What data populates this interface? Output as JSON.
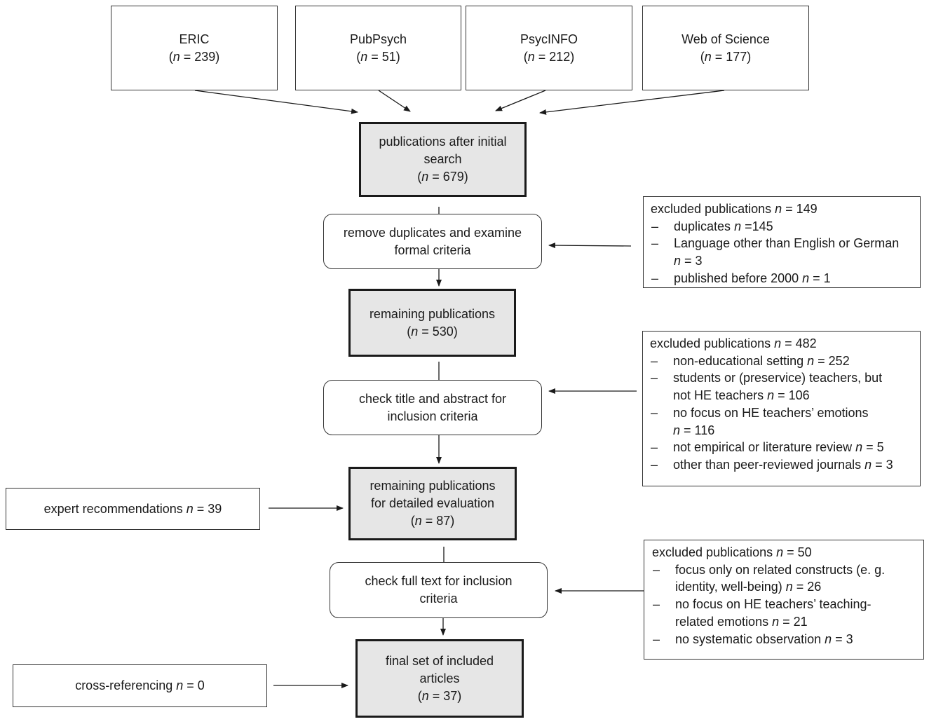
{
  "sources": [
    {
      "name": "ERIC",
      "count": "(n = 239)"
    },
    {
      "name": "PubPsych",
      "count": "(n = 51)"
    },
    {
      "name": "PsycINFO",
      "count": "(n = 212)"
    },
    {
      "name": "Web of Science",
      "count": "(n = 177)"
    }
  ],
  "initial_search": {
    "lines": [
      "publications after initial",
      "search"
    ],
    "count": "(n = 679)"
  },
  "step1": {
    "lines": [
      "remove duplicates and examine",
      "formal criteria"
    ]
  },
  "excluded1": {
    "heading": "excluded publications n = 149",
    "items": [
      {
        "lines": [
          "duplicates n =145"
        ]
      },
      {
        "lines": [
          "Language other than English or German",
          "n = 3"
        ]
      },
      {
        "lines": [
          "published before 2000 n = 1"
        ]
      }
    ]
  },
  "remaining1": {
    "lines": [
      "remaining publications"
    ],
    "count": "(n = 530)"
  },
  "step2": {
    "lines": [
      "check title and abstract for",
      "inclusion criteria"
    ]
  },
  "excluded2": {
    "heading": "excluded publications n = 482",
    "items": [
      {
        "lines": [
          "non-educational setting n = 252"
        ]
      },
      {
        "lines": [
          "students or (preservice) teachers, but",
          "not HE teachers n = 106"
        ]
      },
      {
        "lines": [
          "no focus on HE teachers’ emotions",
          "n = 116"
        ]
      },
      {
        "lines": [
          "not empirical or literature review n = 5"
        ]
      },
      {
        "lines": [
          "other than peer-reviewed journals n = 3"
        ]
      }
    ]
  },
  "expert": {
    "label": "expert recommendations n = 39"
  },
  "remaining2": {
    "lines": [
      "remaining publications",
      "for detailed evaluation"
    ],
    "count": "(n = 87)"
  },
  "step3": {
    "lines": [
      "check full text for inclusion",
      "criteria"
    ]
  },
  "excluded3": {
    "heading": "excluded publications n = 50",
    "items": [
      {
        "lines": [
          "focus only on related constructs (e. g.",
          "identity, well-being) n = 26"
        ]
      },
      {
        "lines": [
          "no focus on HE teachers’ teaching-",
          "related emotions  n = 21"
        ]
      },
      {
        "lines": [
          "no systematic observation n = 3"
        ]
      }
    ]
  },
  "cross": {
    "label": "cross-referencing n = 0"
  },
  "final": {
    "lines": [
      "final set of included",
      "articles"
    ],
    "count": "(n = 37)"
  }
}
